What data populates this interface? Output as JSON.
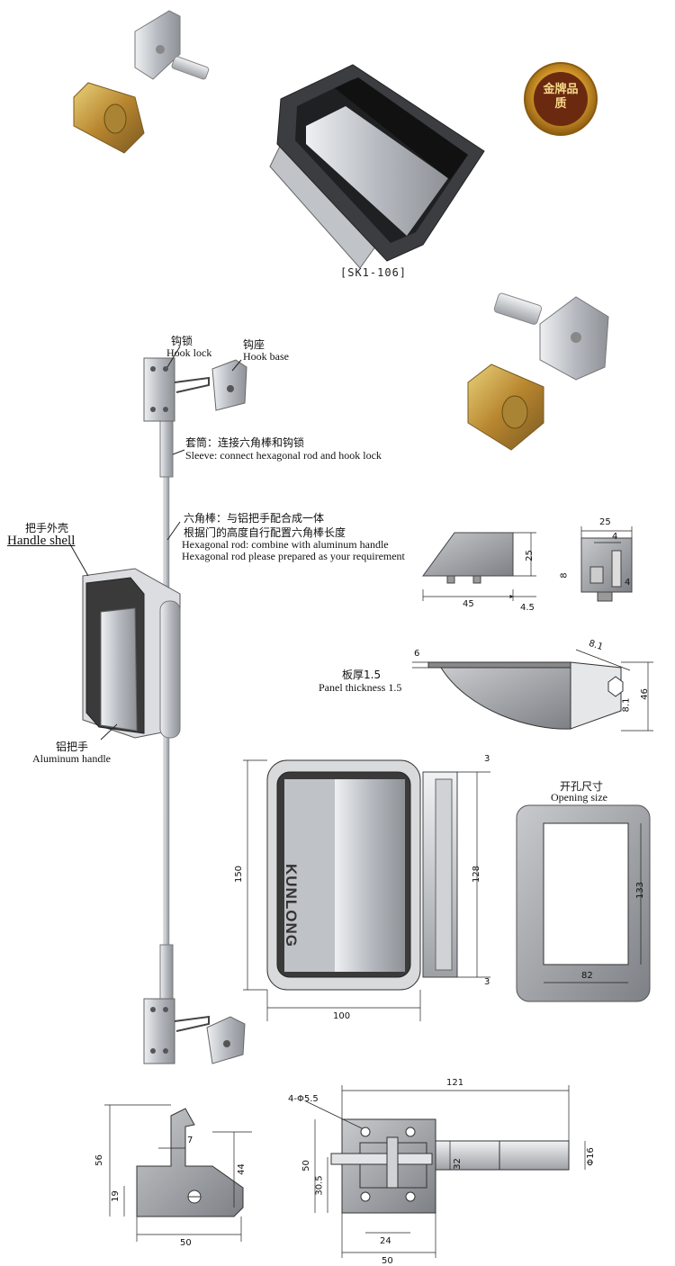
{
  "product": {
    "model": "[SK1-106]",
    "badge_text": "金牌品质",
    "brand_text": "KUNLONG"
  },
  "callouts": {
    "hook_lock_cn": "钩锁",
    "hook_lock_en": "Hook lock",
    "hook_base_cn": "钩座",
    "hook_base_en": "Hook base",
    "sleeve_cn": "套筒：连接六角棒和钩锁",
    "sleeve_en": "Sleeve: connect hexagonal rod and hook lock",
    "hex_rod_cn_1": "六角棒：与铝把手配合成一体",
    "hex_rod_cn_2": "根据门的高度自行配置六角棒长度",
    "hex_rod_en_1": "Hexagonal rod: combine with aluminum handle",
    "hex_rod_en_2": "Hexagonal rod please  prepared as your requirement",
    "handle_shell_cn": "把手外壳",
    "handle_shell_en": "Handle shell",
    "aluminum_handle_cn": "铝把手",
    "aluminum_handle_en": "Aluminum handle",
    "panel_thickness_cn": "板厚1.5",
    "panel_thickness_en": "Panel thickness 1.5",
    "opening_size_cn": "开孔尺寸",
    "opening_size_en": "Opening size"
  },
  "dimensions": {
    "base_width": "45",
    "base_height": "25",
    "base_offset": "4.5",
    "side_width": "25",
    "side_4a": "4",
    "side_8": "8",
    "side_4b": "4",
    "panel_6": "6",
    "angle_81a": "8.1",
    "angle_81b": "8.1",
    "depth_46": "46",
    "handle_150": "150",
    "handle_128": "128",
    "handle_100": "100",
    "handle_3a": "3",
    "handle_3b": "3",
    "opening_133": "133",
    "opening_82": "82",
    "hook_56": "56",
    "hook_44": "44",
    "hook_19": "19",
    "hook_7": "7",
    "hook_50": "50",
    "lock_121": "121",
    "lock_holes": "4-Φ5.5",
    "lock_50v": "50",
    "lock_305": "30.5",
    "lock_32": "32",
    "lock_phi16": "Φ16",
    "lock_24": "24",
    "lock_50h": "50"
  },
  "colors": {
    "steel": "#c9ccd1",
    "brass": "#c9a64a",
    "dark": "#3a3a3a",
    "opening": "#9a9da2"
  }
}
